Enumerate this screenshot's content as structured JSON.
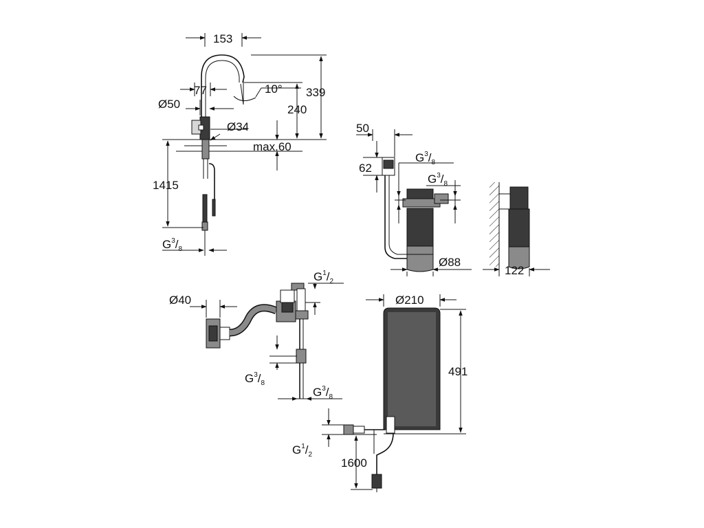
{
  "faucet": {
    "dim_spout_reach": "153",
    "dim_height_total": "339",
    "dim_offset": "77",
    "dim_angle": "10°",
    "dim_base_diameter": "Ø50",
    "dim_spout_height": "240",
    "dim_hole_diameter": "Ø34",
    "dim_counter_thickness": "max.60",
    "dim_hose_length": "1415",
    "connection_base": "G",
    "connection_frac": "3",
    "connection_den": "8"
  },
  "filter": {
    "dim_head_width": "50",
    "dim_head_height": "62",
    "conn_top_base": "G",
    "conn_top_num": "3",
    "conn_top_den": "8",
    "conn_side_base": "G",
    "conn_side_num": "3",
    "conn_side_den": "8",
    "dim_diameter": "Ø88",
    "dim_depth": "122"
  },
  "valve": {
    "dim_tee_diameter": "Ø40",
    "conn_top_base": "G",
    "conn_top_num": "1",
    "conn_top_den": "2",
    "conn_mid_base": "G",
    "conn_mid_num": "3",
    "conn_mid_den": "8",
    "conn_bottom_base": "G",
    "conn_bottom_num": "3",
    "conn_bottom_den": "8"
  },
  "boiler": {
    "dim_diameter": "Ø210",
    "dim_height": "491",
    "conn_base": "G",
    "conn_num": "1",
    "conn_den": "2",
    "dim_cable_length": "1600"
  }
}
